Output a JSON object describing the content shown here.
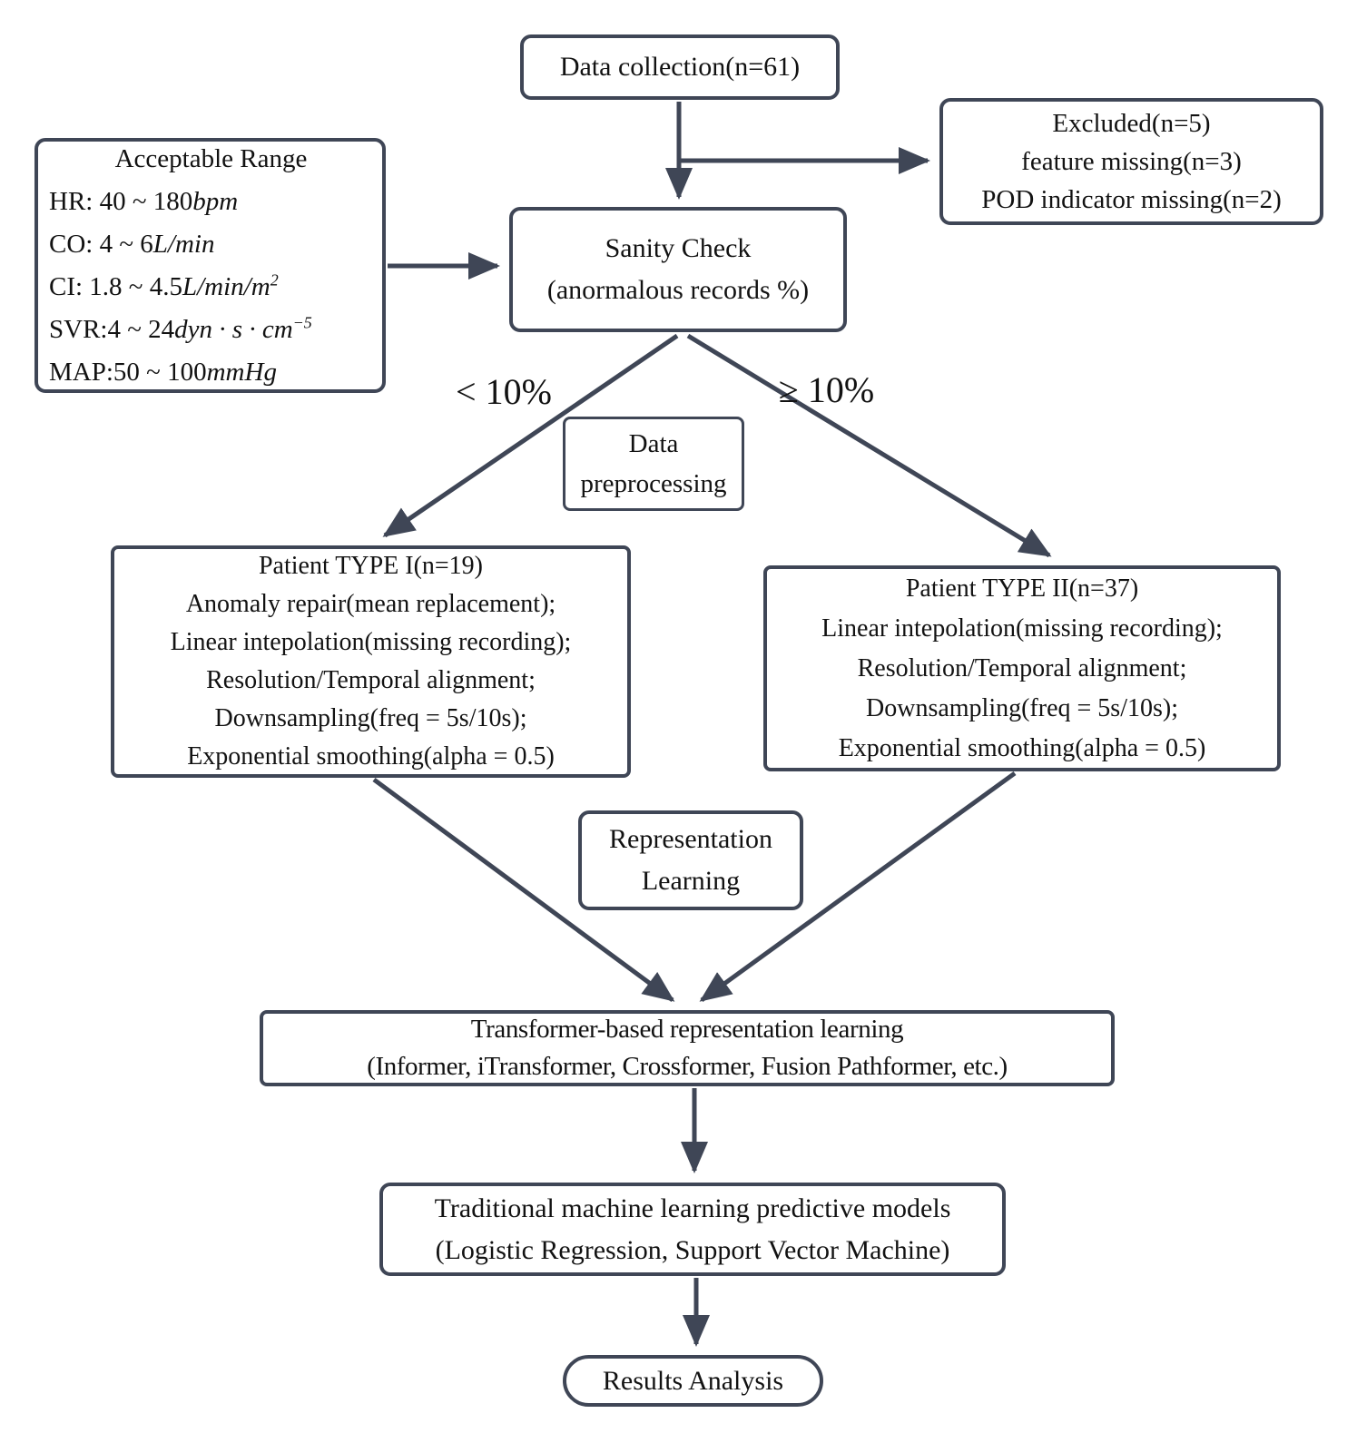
{
  "colors": {
    "line": "#3f4656",
    "text": "#121212",
    "background": "#ffffff"
  },
  "nodes": {
    "data_collection": {
      "label": "Data collection(n=61)"
    },
    "excluded": {
      "lines": [
        "Excluded(n=5)",
        "feature missing(n=3)",
        "POD indicator missing(n=2)"
      ]
    },
    "acceptable_range": {
      "title": "Acceptable Range",
      "lines": [
        [
          {
            "t": "HR: 40 ~ 180"
          },
          {
            "t": "bpm",
            "i": true
          }
        ],
        [
          {
            "t": "CO: 4 ~ 6"
          },
          {
            "t": "L/min",
            "i": true
          }
        ],
        [
          {
            "t": "CI: 1.8 ~ 4.5"
          },
          {
            "t": "L/min/m",
            "i": true
          },
          {
            "t": "2",
            "i": true,
            "sup": true
          }
        ],
        [
          {
            "t": "SVR:4 ~ 24"
          },
          {
            "t": "dyn · s · cm",
            "i": true
          },
          {
            "t": "−5",
            "i": true,
            "sup": true
          }
        ],
        [
          {
            "t": "MAP:50 ~ 100"
          },
          {
            "t": "mmHg",
            "i": true
          }
        ]
      ]
    },
    "sanity_check": {
      "lines": [
        "Sanity Check",
        "(anormalous records %)"
      ]
    },
    "branch_labels": {
      "left": "< 10%",
      "right": "≥ 10%"
    },
    "data_preprocessing": {
      "lines": [
        "Data",
        "preprocessing"
      ]
    },
    "patient_type_1": {
      "lines": [
        "Patient TYPE I(n=19)",
        "Anomaly repair(mean replacement);",
        "Linear intepolation(missing recording);",
        "Resolution/Temporal alignment;",
        "Downsampling(freq = 5s/10s);",
        "Exponential smoothing(alpha = 0.5)"
      ]
    },
    "patient_type_2": {
      "lines": [
        "Patient TYPE II(n=37)",
        "Linear intepolation(missing recording);",
        "Resolution/Temporal alignment;",
        "Downsampling(freq = 5s/10s);",
        "Exponential smoothing(alpha = 0.5)"
      ]
    },
    "representation_learning": {
      "lines": [
        "Representation",
        "Learning"
      ]
    },
    "transformer": {
      "lines": [
        "Transformer-based representation learning",
        "(Informer, iTransformer, Crossformer, Fusion Pathformer, etc.)"
      ]
    },
    "traditional_ml": {
      "lines": [
        "Traditional machine learning predictive models",
        "(Logistic Regression, Support Vector Machine)"
      ]
    },
    "results_analysis": {
      "label": "Results Analysis"
    }
  }
}
